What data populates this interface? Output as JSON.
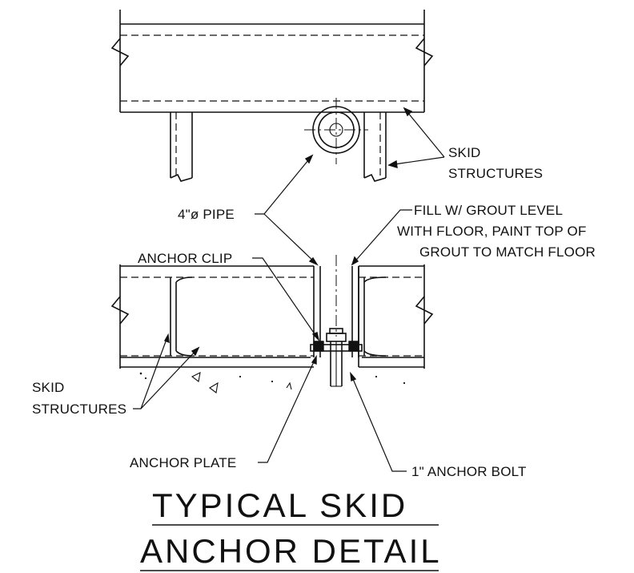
{
  "labels": {
    "skid_structures_top_line1": "SKID",
    "skid_structures_top_line2": "STRUCTURES",
    "pipe": "4\"ø PIPE",
    "fill_line1": "FILL W/ GROUT LEVEL",
    "fill_line2": "WITH FLOOR, PAINT TOP OF",
    "fill_line3": "GROUT TO MATCH FLOOR",
    "anchor_clip": "ANCHOR CLIP",
    "skid_structures_bottom_line1": "SKID",
    "skid_structures_bottom_line2": "STRUCTURES",
    "anchor_plate": "ANCHOR PLATE",
    "anchor_bolt": "1\" ANCHOR BOLT"
  },
  "title": {
    "line1": "TYPICAL SKID",
    "line2": "ANCHOR DETAIL"
  }
}
